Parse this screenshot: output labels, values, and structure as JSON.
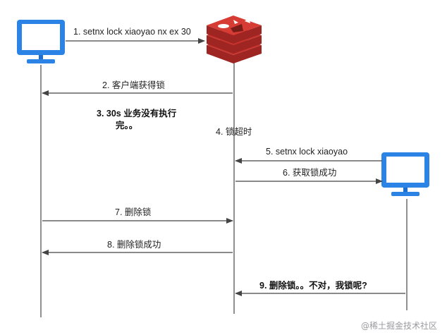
{
  "colors": {
    "monitor_blue": "#2b83e5",
    "monitor_dark": "#1c6fce",
    "screen": "#ffffff",
    "redis_red": "#c8332d",
    "redis_dark": "#9e2521",
    "lifeline": "#555555",
    "arrow": "#444444"
  },
  "actors": {
    "client_a": {
      "icon": "monitor-icon"
    },
    "redis": {
      "icon": "redis-logo-icon"
    },
    "client_b": {
      "icon": "monitor-icon"
    }
  },
  "messages": {
    "m1": "1. setnx lock xiaoyao nx ex 30",
    "m2": "2. 客户端获得锁",
    "m4": "4. 锁超时",
    "m5": "5. setnx lock xiaoyao",
    "m6": "6. 获取锁成功",
    "m7": "7. 删除锁",
    "m8": "8. 删除锁成功",
    "m9": "9. 删除锁。。不对，我锁呢?"
  },
  "notes": {
    "n3_line1": "3. 30s 业务没有执行",
    "n3_line2": "完。。"
  },
  "watermark": "@稀土掘金技术社区"
}
